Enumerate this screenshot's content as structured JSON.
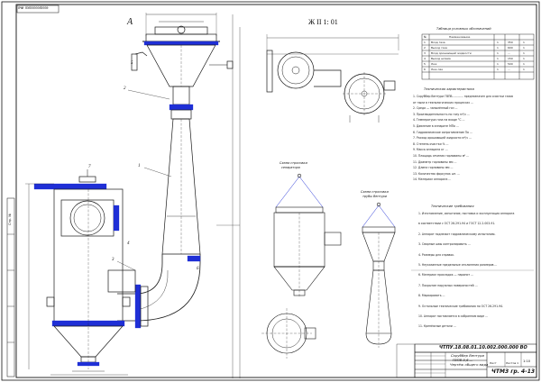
{
  "sheet": {
    "stamp_top_left": "ЛЧИ  ЛЭЛЭЭЭЭЭЛЭЭЭЭ",
    "view_label_main": "А",
    "view_label_right": "Ж II 1: 01",
    "side_vertical": "Спр. №",
    "spec_title": "Таблица условных обозначений",
    "spec_header": {
      "num": "№",
      "name": "Наименование",
      "a": "",
      "b": "",
      "c": ""
    },
    "spec_rows": [
      {
        "num": "1",
        "name": "Вход газа",
        "a": "1",
        "b": "350",
        "c": "1"
      },
      {
        "num": "2",
        "name": "Выход газа",
        "a": "1",
        "b": "600",
        "c": "1"
      },
      {
        "num": "3",
        "name": "Вход орошающей жидкости",
        "a": "1",
        "b": "...",
        "c": "1"
      },
      {
        "num": "4",
        "name": "Выход шлама",
        "a": "1",
        "b": "150",
        "c": "1"
      },
      {
        "num": "5",
        "name": "Люк",
        "a": "1",
        "b": "500",
        "c": "1"
      },
      {
        "num": "6",
        "name": "Люк-лаз",
        "a": "1",
        "b": "...",
        "c": "1"
      }
    ],
    "tech_title": "Техническая характеристика",
    "tech_lines": [
      "1. Скруббер Вентури ГВПВ-...-...-... предназначен для очистки газов",
      "   от пыли в технологических процессах ...",
      "2. Среда — запылённый газ ...",
      "3. Производительность по газу м³/ч ...",
      "4. Температура газа на входе °С ...",
      "5. Давление в аппарате МПа ...",
      "6. Гидравлическое сопротивление Па ...",
      "7. Расход орошающей жидкости м³/ч ...",
      "8. Степень очистки % ...",
      "9. Масса аппарата кг ...",
      "10. Площадь сечения горловины м² ...",
      "11. Диаметр горловины мм ...",
      "12. Длина горловины мм ...",
      "13. Количество форсунок шт. ...",
      "14. Материал аппарата ..."
    ],
    "req_title": "Технические требования",
    "req_lines": [
      "1. Изготовление, испытание, поставка и эксплуатация аппарата",
      "   в соответствии с ОСТ 26-291-94 и ГОСТ 12.2.003-91.",
      "2. Аппарат подлежит гидравлическому испытанию.",
      "3. Сварные швы контролировать ...",
      "4. Размеры для справок.",
      "5. Неуказанные предельные отклонения размеров ...",
      "6. Материал прокладок — паронит ...",
      "7. Покрытие наружных поверхностей ...",
      "8. Маркировать ...",
      "9. Остальные технические требования по ОСТ 26-291-94.",
      "10. Аппарат поставляется в собранном виде ...",
      "11. Крепёжные детали ..."
    ],
    "section_label_1": "Схема строповки",
    "section_label_1b": "сепаратора",
    "section_label_2": "Схема строповки",
    "section_label_2b": "трубы Вентури",
    "callouts": [
      "1",
      "2",
      "3",
      "4",
      "5",
      "6",
      "7"
    ],
    "title_block": {
      "doc_code": "ЧТПУ.18.08.01.10.002.000.000 ВО",
      "name_line1": "Скруббер Вентури",
      "name_line2": "ГВПВ-0,6-...",
      "name_line3": "Чертёж общего вида",
      "org": "ЧТМЗ гр. 4-13",
      "scale": "1:10",
      "sheet_label": "Лист",
      "sheets_label": "Листов 1"
    },
    "colors": {
      "line": "#1a1a1a",
      "blue": "#1f2fd6",
      "frame": "#111111"
    }
  }
}
